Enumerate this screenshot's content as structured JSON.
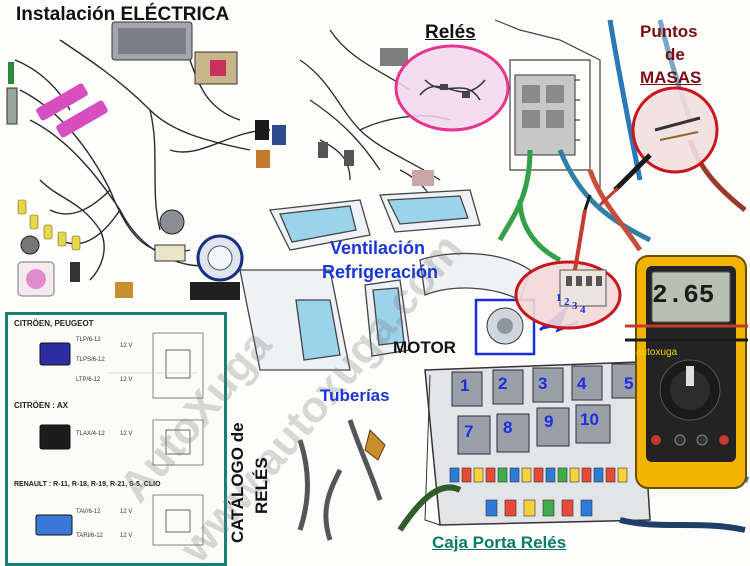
{
  "labels": {
    "title": "Instalación ELÉCTRICA",
    "reles": "Relés",
    "puntos": "Puntos",
    "de": "de",
    "masas": "MASAS",
    "ventilacion": "Ventilación",
    "refrigeracion": "Refrigeración",
    "motor": "MOTOR",
    "tuberias": "Tuberías",
    "caja": "Caja Porta Relés",
    "catalogo": "CATÁLOGO de",
    "catalogo_reles": "RELÉS",
    "watermark_top": "AutoXuga",
    "watermark_url": "www.autoxuga.com"
  },
  "multimeter": {
    "reading": "2.65",
    "brand": "autoxuga"
  },
  "connector_pins": [
    "1",
    "2",
    "3",
    "4"
  ],
  "relay_box": {
    "slots": [
      "1",
      "2",
      "3",
      "4",
      "5",
      "7",
      "8",
      "9",
      "10"
    ]
  },
  "catalog": {
    "groups": [
      {
        "brand": "CITRÖEN, PEUGEOT",
        "codes": [
          "TLP/6-12",
          "TLPS/6-12",
          "LTP/6-12"
        ],
        "voltages": [
          "12 V",
          "12 V"
        ]
      },
      {
        "brand": "CITRÖEN : AX",
        "codes": [
          "TLAX/4-12"
        ],
        "voltages": [
          "12 V"
        ]
      },
      {
        "brand": "RENAULT : R-11, R-18, R-19, R-21, S-5, CLIO",
        "codes": [
          "TAV/6-12",
          "TARI/6-12"
        ],
        "voltages": [
          "12 V",
          "12 V"
        ]
      }
    ]
  },
  "colors": {
    "blue_label": "#1a35d8",
    "masas_label": "#7a0e10",
    "caja_label": "#0a7a6e",
    "catalog_border": "#177f73",
    "highlight_circle": "#e8338f",
    "masas_circle": "#c9161e",
    "multimeter_body": "#f2b400"
  }
}
